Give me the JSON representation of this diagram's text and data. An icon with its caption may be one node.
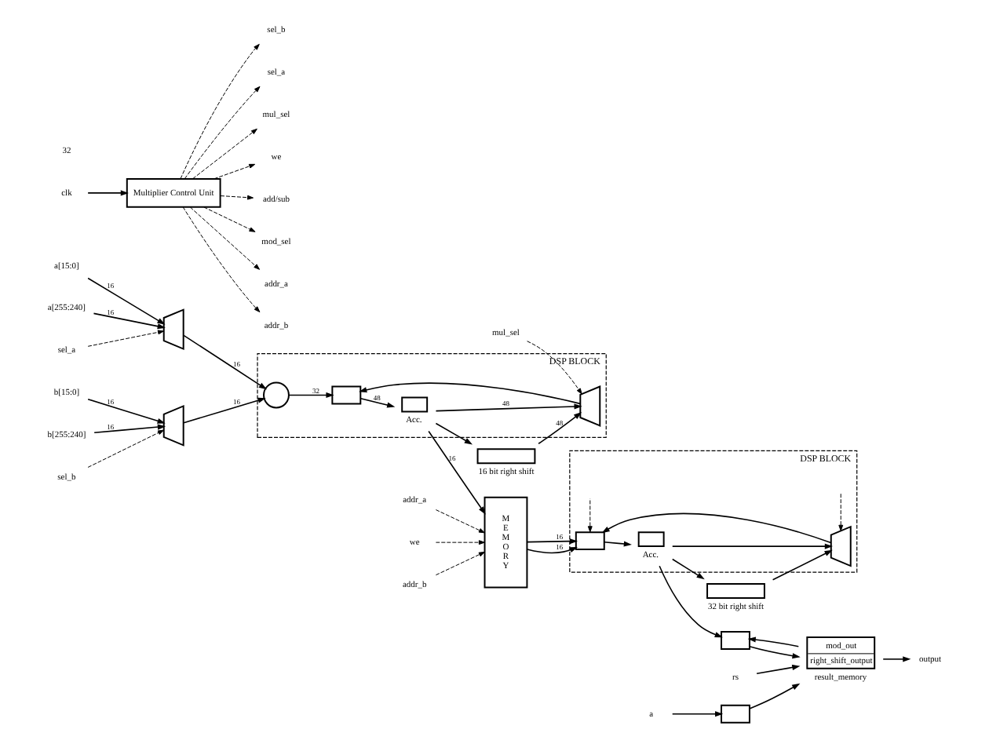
{
  "diagram": {
    "nodes": [
      {
        "text": [
          "DSP BLOCK"
        ]
      },
      {
        "text": [
          "a[15:0]"
        ]
      },
      {
        "text": [
          "a[255:240]"
        ]
      },
      {
        "text": [
          "b[15:0]"
        ]
      },
      {
        "text": [
          "b[255:240]"
        ]
      },
      {
        "text": [],
        "shape": "trapezium"
      },
      {
        "text": [],
        "shape": "trapezium"
      },
      {
        "text": [
          "sel_a"
        ]
      },
      {
        "text": [
          "sel_b"
        ]
      },
      {
        "text": [],
        "shape": "circle",
        "in": 0
      },
      {
        "text": [],
        "shape": "box",
        "in": 0
      },
      {
        "text": [],
        "shape": "trapezium",
        "in": 0
      },
      {
        "text": [],
        "shape": "box",
        "beside": [
          "Acc."
        ],
        "in": 0
      },
      {
        "text": [
          "mul_sel"
        ]
      },
      {
        "text": [],
        "shape": "box",
        "beside": [
          "16 bit right shift"
        ]
      },
      {
        "text": [
          "addr_a"
        ]
      },
      {
        "text": [
          "we"
        ]
      },
      {
        "text": [
          "addr_b"
        ]
      },
      {
        "text": [
          "M E M O R Y"
        ]
      },
      {
        "text": [
          "DSP BLOCK"
        ]
      },
      {
        "text": [],
        "shape": "box",
        "in": 19
      },
      {
        "text": [],
        "shape": "box",
        "beside": [
          "Acc."
        ],
        "in": 19
      },
      {
        "text": [],
        "shape": "trapezium",
        "in": 19
      },
      {
        "text": [],
        "shape": "box",
        "beside": [
          "32 bit right shift"
        ]
      },
      {
        "text": [],
        "shape": "box"
      },
      {
        "text": [
          "rs"
        ]
      },
      {
        "text": [
          "mod_out",
          "right_shift_output"
        ],
        "beside": [
          "result_memory"
        ]
      },
      {
        "text": [
          "output"
        ]
      },
      {
        "text": [
          "a"
        ]
      },
      {
        "text": [],
        "shape": "box"
      },
      {
        "text": [
          "Multiplier Control Unit"
        ]
      },
      {
        "text": [
          "clk"
        ]
      },
      {
        "text": [
          "sel_b"
        ]
      },
      {
        "text": [
          "sel_a"
        ]
      },
      {
        "text": [
          "mul_sel"
        ]
      },
      {
        "text": [
          "we"
        ]
      },
      {
        "text": [
          "add/sub"
        ]
      },
      {
        "text": [
          "mod_sel"
        ]
      },
      {
        "text": [
          "addr_a"
        ]
      },
      {
        "text": [
          "addr_b"
        ]
      }
    ],
    "edges": [
      {
        "from": 1,
        "to": 5,
        "arrow": "to",
        "label": "16"
      },
      {
        "from": 2,
        "to": 5,
        "arrow": "to",
        "label": "16"
      },
      {
        "from": 3,
        "to": 6,
        "arrow": "to",
        "label": "16"
      },
      {
        "from": 4,
        "to": 6,
        "arrow": "to",
        "label": "16"
      },
      {
        "from": 7,
        "to": 5,
        "arrow": "to",
        "style": "dashed"
      },
      {
        "from": 8,
        "to": 6,
        "arrow": "to",
        "style": "dashed"
      },
      {
        "from": 5,
        "to": 9,
        "arrow": "to",
        "label": "16"
      },
      {
        "from": 6,
        "to": 9,
        "arrow": "to",
        "label": "16"
      },
      {
        "from": 9,
        "to": 10,
        "arrow": "to",
        "label": "32"
      },
      {
        "from": 11,
        "to": 10,
        "arrow": "to"
      },
      {
        "from": 10,
        "to": 12,
        "arrow": "to",
        "label": "48"
      },
      {
        "from": 12,
        "to": 18,
        "arrow": "to",
        "label": "16"
      },
      {
        "from": 12,
        "to": 11,
        "arrow": "to",
        "label": "48"
      },
      {
        "from": 12,
        "to": 14,
        "arrow": "to"
      },
      {
        "from": 14,
        "to": 11,
        "arrow": "to",
        "label": "48"
      },
      {
        "from": 13,
        "to": 11,
        "arrow": "to",
        "style": "dashed"
      },
      {
        "from": 15,
        "to": 18,
        "arrow": "to",
        "style": "dashed"
      },
      {
        "from": 16,
        "to": 18,
        "arrow": "to",
        "style": "dashed"
      },
      {
        "from": 17,
        "to": 18,
        "arrow": "to",
        "style": "dashed"
      },
      {
        "from": 18,
        "to": 20,
        "arrow": "to",
        "label": "16"
      },
      {
        "from": 18,
        "to": 20,
        "arrow": "to",
        "label": "16"
      },
      {
        "from": 22,
        "to": 20,
        "arrow": "to"
      },
      {
        "from": null,
        "to": 20,
        "arrow": "to",
        "style": "dashed"
      },
      {
        "from": null,
        "to": 22,
        "arrow": "to",
        "style": "dashed"
      },
      {
        "from": 20,
        "to": 21,
        "arrow": "to"
      },
      {
        "from": 21,
        "to": 24,
        "arrow": "to"
      },
      {
        "from": 21,
        "to": 22,
        "arrow": "to"
      },
      {
        "from": 21,
        "to": 23,
        "arrow": "to"
      },
      {
        "from": 23,
        "to": 22,
        "arrow": "to"
      },
      {
        "from": 26,
        "to": 24,
        "arrow": "to"
      },
      {
        "from": 24,
        "to": 26,
        "arrow": "to"
      },
      {
        "from": 25,
        "to": 26,
        "arrow": "to"
      },
      {
        "from": 26,
        "to": 27,
        "arrow": "to"
      },
      {
        "from": 28,
        "to": 29,
        "arrow": "to"
      },
      {
        "from": 29,
        "to": 26,
        "arrow": "to"
      },
      {
        "from": 31,
        "to": 30,
        "arrow": "to"
      },
      {
        "from": 30,
        "to": 32,
        "arrow": "to",
        "style": "dashed"
      },
      {
        "from": 30,
        "to": 33,
        "arrow": "to",
        "style": "dashed"
      },
      {
        "from": 30,
        "to": 34,
        "arrow": "to",
        "style": "dashed"
      },
      {
        "from": 30,
        "to": 35,
        "arrow": "to",
        "style": "dashed"
      },
      {
        "from": 30,
        "to": 36,
        "arrow": "to",
        "style": "dashed"
      },
      {
        "from": 30,
        "to": 37,
        "arrow": "to",
        "style": "dashed"
      },
      {
        "from": 30,
        "to": 38,
        "arrow": "to",
        "style": "dashed"
      },
      {
        "from": 30,
        "to": 39,
        "arrow": "to",
        "style": "dashed"
      }
    ],
    "labels": [
      "32"
    ]
  }
}
